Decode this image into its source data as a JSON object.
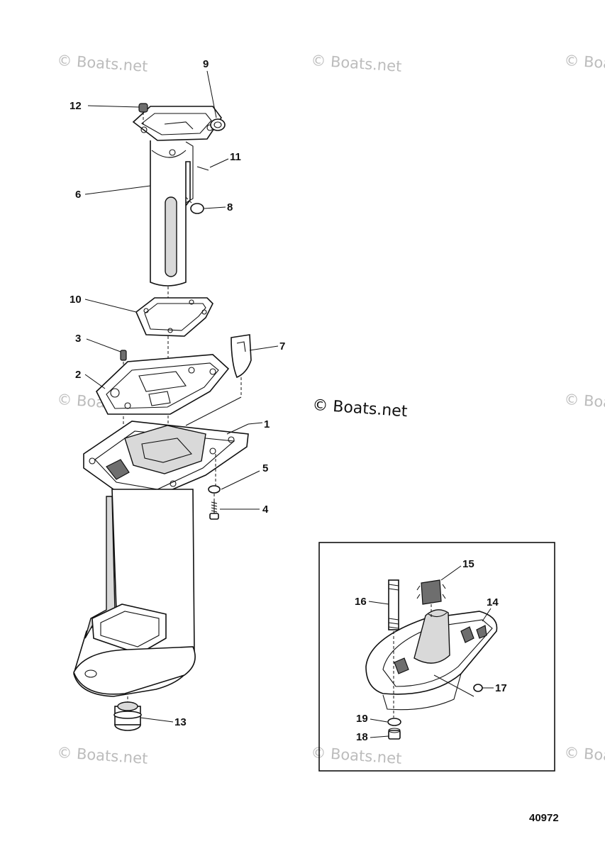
{
  "watermarks": {
    "text": "© Boats.net",
    "center_text": "© Boats.net"
  },
  "callouts": [
    {
      "id": "1",
      "label": "1"
    },
    {
      "id": "2",
      "label": "2"
    },
    {
      "id": "3",
      "label": "3"
    },
    {
      "id": "4",
      "label": "4"
    },
    {
      "id": "5",
      "label": "5"
    },
    {
      "id": "6",
      "label": "6"
    },
    {
      "id": "7",
      "label": "7"
    },
    {
      "id": "8",
      "label": "8"
    },
    {
      "id": "9",
      "label": "9"
    },
    {
      "id": "10",
      "label": "10"
    },
    {
      "id": "11",
      "label": "11"
    },
    {
      "id": "12",
      "label": "12"
    },
    {
      "id": "13",
      "label": "13"
    },
    {
      "id": "14",
      "label": "14"
    },
    {
      "id": "15",
      "label": "15"
    },
    {
      "id": "16",
      "label": "16"
    },
    {
      "id": "17",
      "label": "17"
    },
    {
      "id": "18",
      "label": "18"
    },
    {
      "id": "19",
      "label": "19"
    }
  ],
  "figure_number": "40972"
}
